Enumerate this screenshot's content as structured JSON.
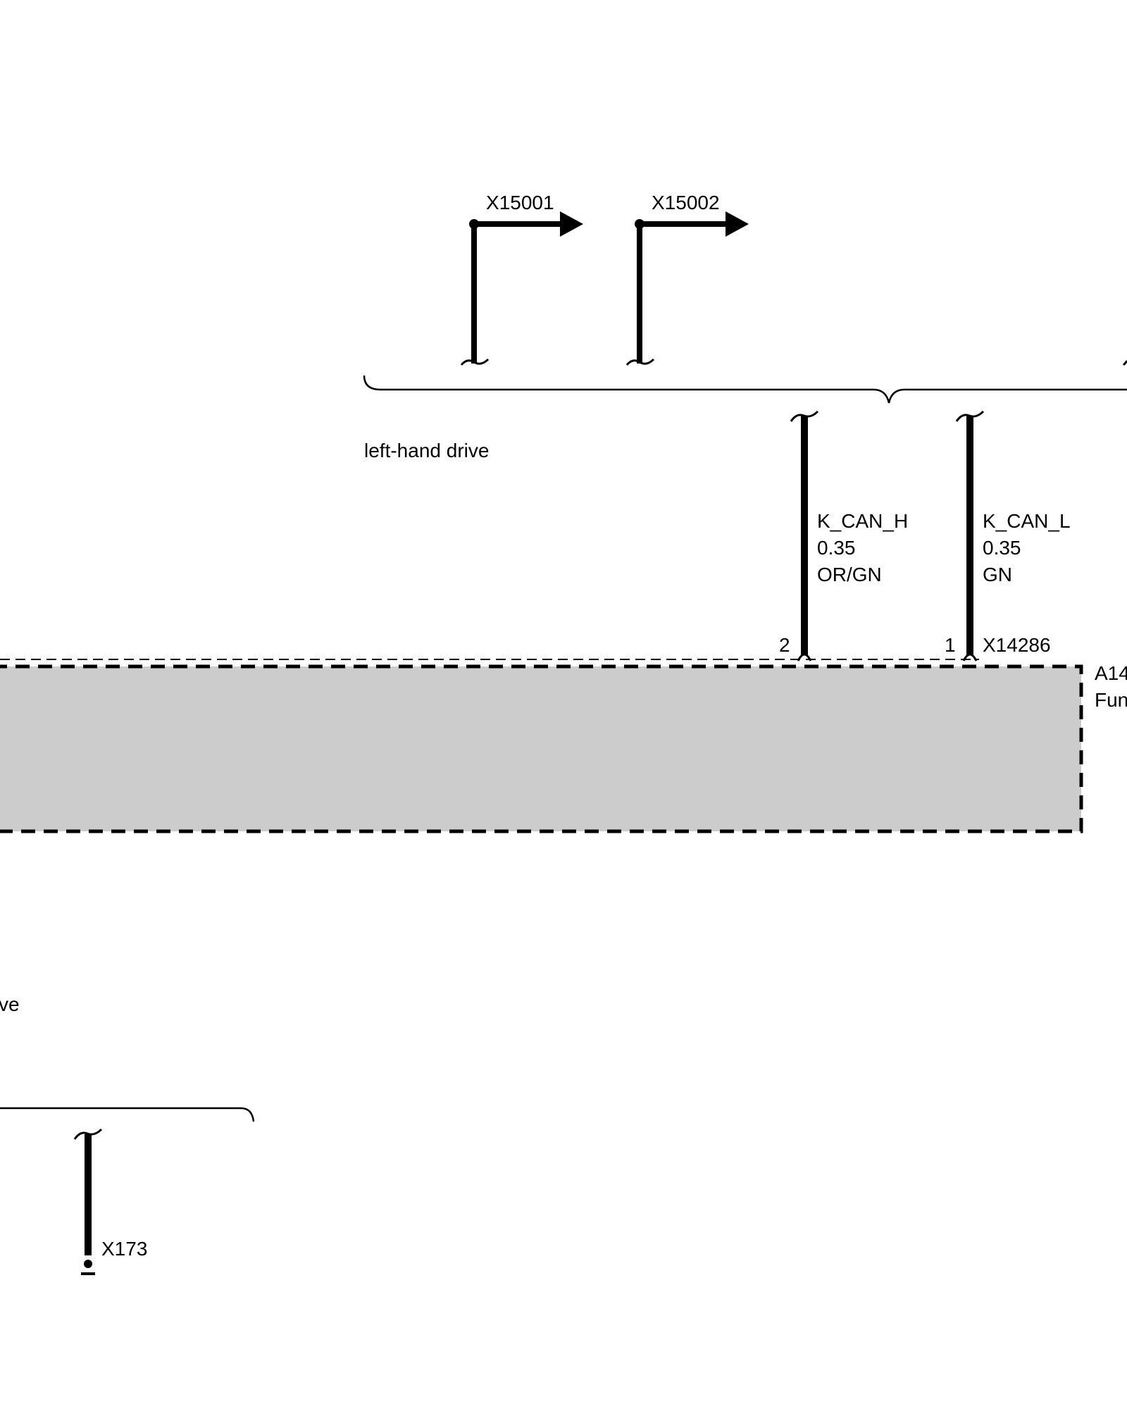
{
  "connectors": {
    "top_left": "X15001",
    "top_right": "X15002",
    "module_plug": "X14286",
    "bottom": "X173"
  },
  "notes": {
    "left_hand_drive": "left-hand drive",
    "lower_left_fragment": "ve"
  },
  "wires": [
    {
      "pin": "2",
      "signal": "K_CAN_H",
      "size": "0.35",
      "color_code": "OR/GN"
    },
    {
      "pin": "1",
      "signal": "K_CAN_L",
      "size": "0.35",
      "color_code": "GN"
    }
  ],
  "module": {
    "id_fragment": "A14",
    "name_fragment": "Fun",
    "fill_color": "#cccccc"
  }
}
